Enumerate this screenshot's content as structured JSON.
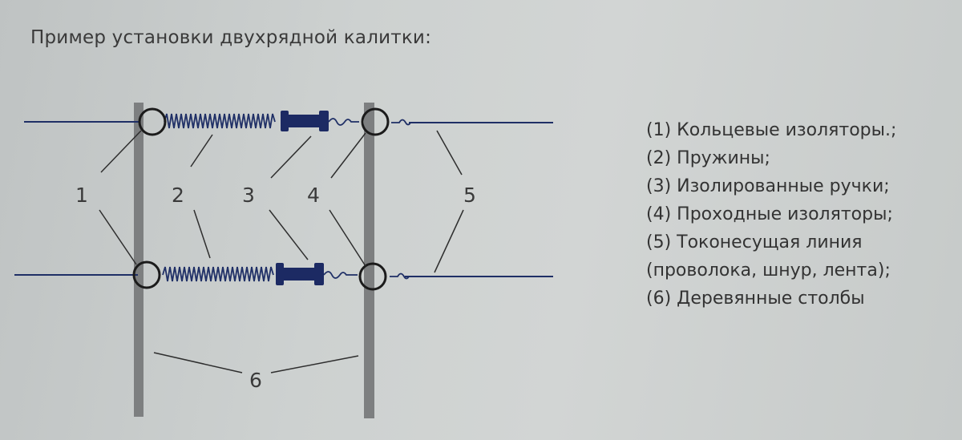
{
  "title": "Пример установки двухрядной калитки:",
  "labels": {
    "n1": "1",
    "n2": "2",
    "n3": "3",
    "n4": "4",
    "n5": "5",
    "n6": "6"
  },
  "legend": {
    "items": [
      "(1) Кольцевые изоляторы.;",
      "(2) Пружины;",
      "(3) Изолированные ручки;",
      "(4) Проходные изоляторы;",
      "(5) Токонесущая линия",
      "(проволока, шнур, лента);",
      "(6) Деревянные столбы"
    ]
  },
  "colors": {
    "wire": "#1f2f66",
    "handle": "#1c2a63",
    "post": "#7d7f80",
    "leader": "#2e2e2e"
  }
}
